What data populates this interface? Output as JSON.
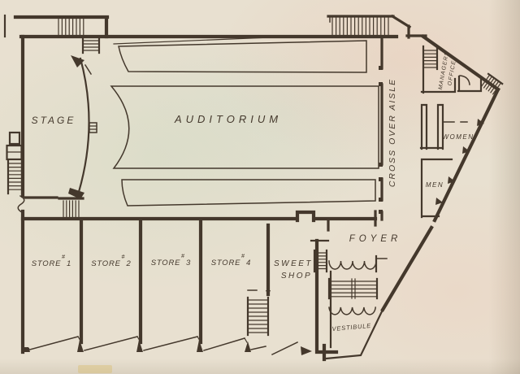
{
  "colors": {
    "paper": "#e8e0d0",
    "ink": "#44382c",
    "tint_pink": "#eec9b8",
    "tint_green": "#ccd8c0",
    "page_edge": "#d9cdb6"
  },
  "plan": {
    "stage": "STAGE",
    "auditorium": "AUDITORIUM",
    "cross_over_aisle": "CROSS OVER AISLE",
    "managers_office": {
      "line1": "MANAGERS",
      "line2": "OFFICE"
    },
    "women": "WOMEN",
    "men": "MEN",
    "foyer": "FOYER",
    "sweet_shop": {
      "line1": "SWEET",
      "line2": "SHOP"
    },
    "vestibule": "VESTIBULE",
    "stores": [
      {
        "name": "STORE",
        "hash": "#",
        "num": "1"
      },
      {
        "name": "STORE",
        "hash": "#",
        "num": "2"
      },
      {
        "name": "STORE",
        "hash": "#",
        "num": "3"
      },
      {
        "name": "STORE",
        "hash": "#",
        "num": "4"
      }
    ]
  }
}
